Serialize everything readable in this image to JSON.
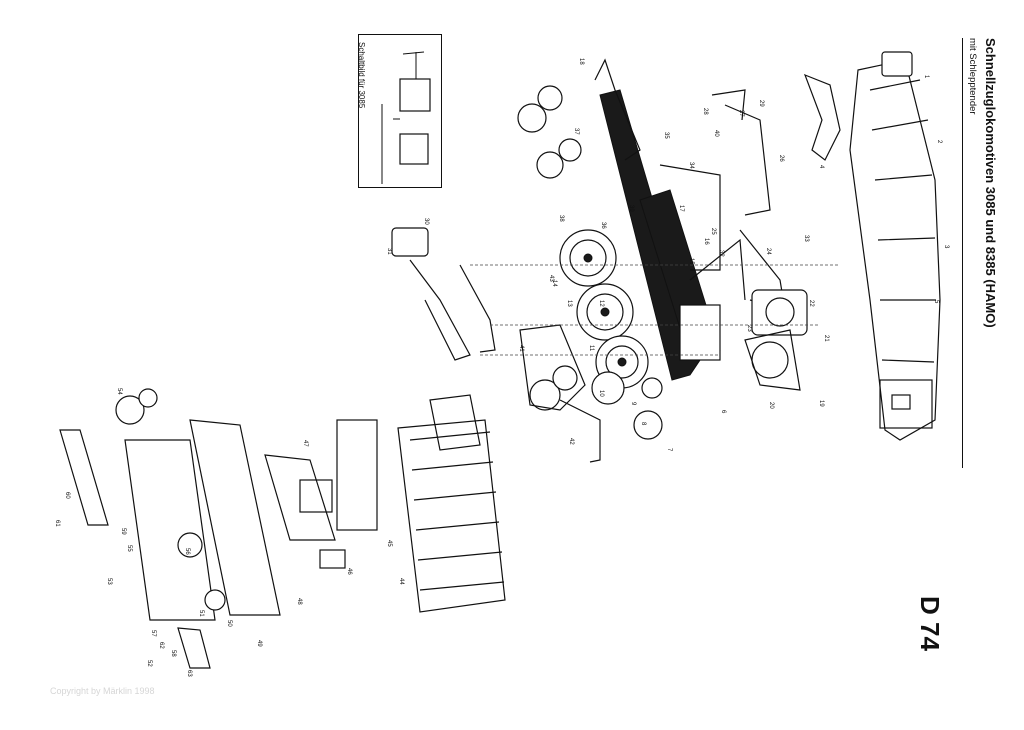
{
  "sheet": {
    "title": "Schnellzuglokomotiven 3085 und 8385 (HAMO)",
    "subtitle": "mit Schlepptender",
    "code": "D 74",
    "inset_label": "Schaltbild für 3085",
    "copyright": "Copyright by Märklin 1998"
  },
  "colors": {
    "ink": "#111111",
    "paper": "#ffffff",
    "watermark": "#d6d6d6"
  },
  "part_numbers": [
    "1",
    "2",
    "3",
    "4",
    "5",
    "6",
    "7",
    "8",
    "9",
    "10",
    "11",
    "12",
    "13",
    "14",
    "15",
    "16",
    "17",
    "18",
    "19",
    "20",
    "21",
    "22",
    "23",
    "24",
    "25",
    "26",
    "27",
    "28",
    "29",
    "30",
    "31",
    "32",
    "33",
    "34",
    "35",
    "36",
    "37",
    "38",
    "39",
    "40",
    "41",
    "42",
    "43",
    "44",
    "45",
    "46",
    "47",
    "48",
    "49",
    "50",
    "51",
    "52",
    "53",
    "54",
    "55",
    "56",
    "57",
    "58",
    "59",
    "60",
    "61",
    "62",
    "63"
  ]
}
